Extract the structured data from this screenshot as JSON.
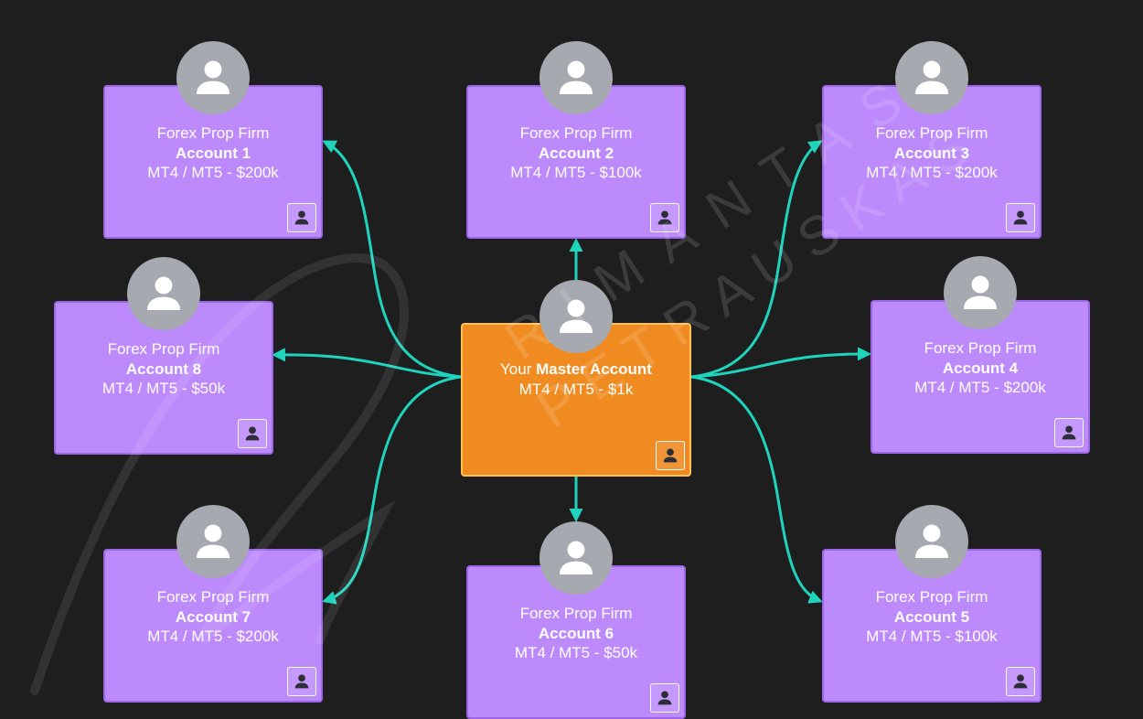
{
  "colors": {
    "background": "#1e1e1f",
    "card_fill": "#bd8afc",
    "card_border": "#9d66e8",
    "master_fill": "#f08b22",
    "master_border": "#ffc259",
    "connector": "#1fd3bd",
    "avatar": "#a6a9b0"
  },
  "icons": {
    "avatar": "user-avatar-icon",
    "badge": "person-badge-icon"
  },
  "master": {
    "prefix": "Your ",
    "emphasis": "Master Account",
    "detail": "MT4 / MT5 - $1k"
  },
  "accounts": [
    {
      "firm": "Forex Prop Firm",
      "name": "Account 1",
      "detail": "MT4 / MT5 - $200k"
    },
    {
      "firm": "Forex Prop Firm",
      "name": "Account 2",
      "detail": "MT4 / MT5 - $100k"
    },
    {
      "firm": "Forex Prop Firm",
      "name": "Account 3",
      "detail": "MT4 / MT5 - $200k"
    },
    {
      "firm": "Forex Prop Firm",
      "name": "Account 4",
      "detail": "MT4 / MT5 - $200k"
    },
    {
      "firm": "Forex Prop Firm",
      "name": "Account 5",
      "detail": "MT4 / MT5 - $100k"
    },
    {
      "firm": "Forex Prop Firm",
      "name": "Account 6",
      "detail": "MT4 / MT5 - $50k"
    },
    {
      "firm": "Forex Prop Firm",
      "name": "Account 7",
      "detail": "MT4 / MT5 - $200k"
    },
    {
      "firm": "Forex Prop Firm",
      "name": "Account 8",
      "detail": "MT4 / MT5 - $50k"
    }
  ],
  "watermark": {
    "line1": "RIMANTAS",
    "line2": "PETRAUSKAS"
  }
}
